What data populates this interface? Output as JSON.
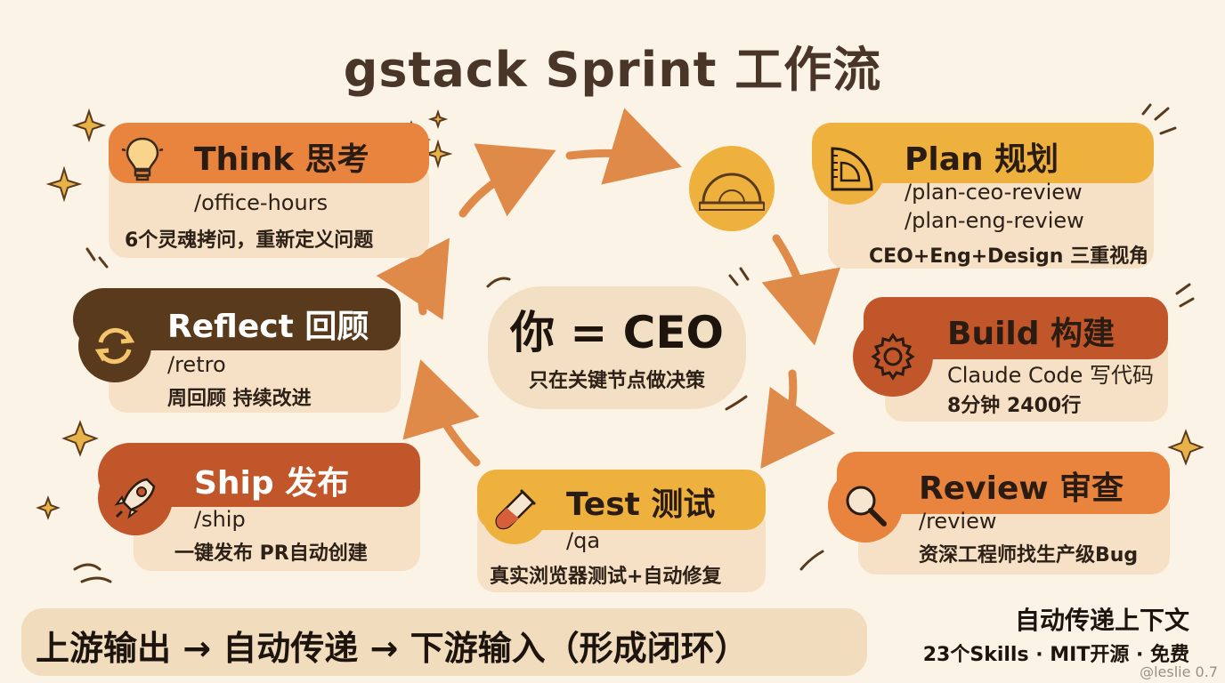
{
  "title": "gstack Sprint 工作流",
  "center": {
    "main": "你 = CEO",
    "sub": "只在关键节点做决策"
  },
  "stages": {
    "think": {
      "title": "Think 思考",
      "cmd1": "/office-hours",
      "desc": "6个灵魂拷问，重新定义问题",
      "icon": "lightbulb-icon"
    },
    "plan": {
      "title": "Plan 规划",
      "cmd1": "/plan-ceo-review",
      "cmd2": "/plan-eng-review",
      "desc": "CEO+Eng+Design 三重视角",
      "icon": "protractor-icon"
    },
    "build": {
      "title": "Build 构建",
      "cmd1": "Claude Code 写代码",
      "desc": "8分钟 2400行",
      "icon": "gear-icon"
    },
    "review": {
      "title": "Review 审查",
      "cmd1": "/review",
      "desc": "资深工程师找生产级Bug",
      "icon": "magnifier-icon"
    },
    "test": {
      "title": "Test 测试",
      "cmd1": "/qa",
      "desc": "真实浏览器测试+自动修复",
      "icon": "test-tube-icon"
    },
    "ship": {
      "title": "Ship 发布",
      "cmd1": "/ship",
      "desc": "一键发布 PR自动创建",
      "icon": "rocket-icon"
    },
    "reflect": {
      "title": "Reflect 回顾",
      "cmd1": "/retro",
      "desc": "周回顾 持续改进",
      "icon": "refresh-icon"
    }
  },
  "banner": "上游输出 → 自动传递 → 下游输入（形成闭环）",
  "footer": {
    "line1": "自动传递上下文",
    "line2": "23个Skills · MIT开源 · 免费"
  },
  "credit": "@leslie 0.7",
  "colors": {
    "background": "#faf3e6",
    "card_body": "#f6e1c6",
    "orange": "#e8843e",
    "amber": "#eeb13e",
    "rust": "#c0562a",
    "dark_brown": "#5a3a1c",
    "arrow": "#e08a4a"
  }
}
